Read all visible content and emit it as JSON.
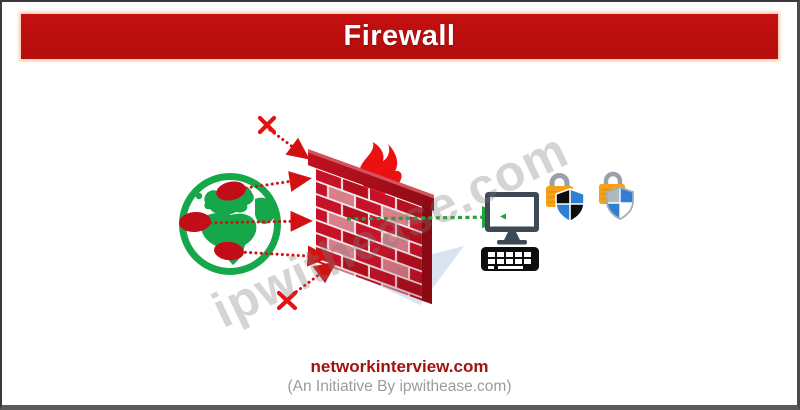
{
  "header": {
    "title": "Firewall"
  },
  "watermark": {
    "text": "ipwithease.com"
  },
  "footer": {
    "site": "networkinterview.com",
    "subtitle": "(An Initiative By ipwithease.com)"
  },
  "diagram": {
    "icons": [
      "internet-globe-icon",
      "threat-blob-icon",
      "blocked-x-icon",
      "firewall-brick-wall-icon",
      "flame-icon",
      "computer-monitor-icon",
      "keyboard-icon",
      "padlock-blue-shield-icon",
      "padlock-gray-shield-icon"
    ],
    "flows": {
      "blocked_lines": 5,
      "allowed_lines": 1,
      "blocked_color": "#d21111",
      "allowed_color": "#21a33c"
    }
  },
  "colors": {
    "header_red": "#bb0e0e",
    "brick_red": "#c5142a",
    "brick_pink": "#d87f8a",
    "globe_green": "#17a74b",
    "lock_orange": "#f7a019",
    "shield_blue": "#2f7fd2",
    "shadow_blue": "#cfdcef",
    "footer_red": "#a31212",
    "footer_gray": "#9b9b9b"
  }
}
